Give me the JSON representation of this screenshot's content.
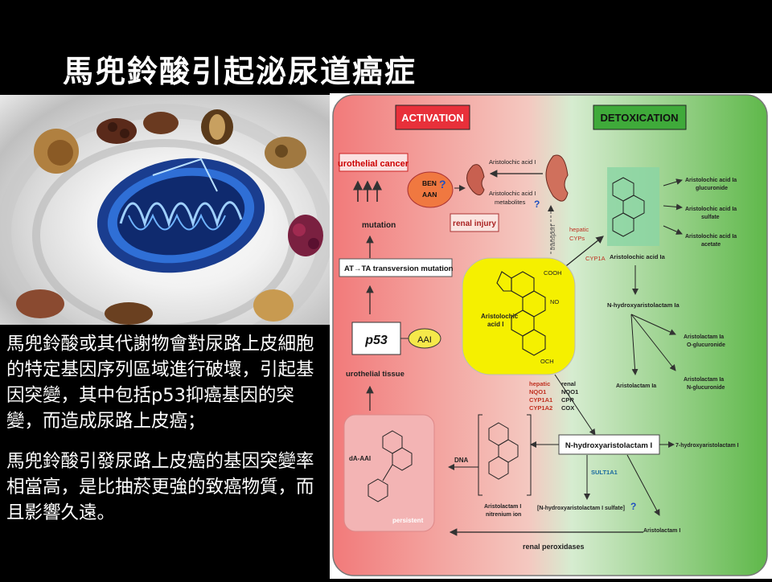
{
  "slide": {
    "title": "馬兜鈴酸引起泌尿道癌症",
    "paragraph1": "馬兜鈴酸或其代謝物會對尿路上皮細胞的特定基因序列區域進行破壞，引起基因突變，其中包括p53抑癌基因的突變，而造成尿路上皮癌；",
    "paragraph2": "馬兜鈴酸引發尿路上皮癌的基因突變率相當高，是比抽菸更強的致癌物質，而且影響久遠。"
  },
  "diagram": {
    "activation": "ACTIVATION",
    "detoxication": "DETOXICATION",
    "urothelial_cancer": "urothelial cancer",
    "mutation": "mutation",
    "at_ta": "AT→TA transversion mutation",
    "p53": "p53",
    "aai": "AAI",
    "urothelial_tissue": "urothelial tissue",
    "ben": "BEN",
    "aan": "AAN",
    "question": "?",
    "renal_injury": "renal injury",
    "aa1": "Aristolochic acid I",
    "aa1_metabolites": "Aristolochic acid I",
    "metabolites": "metabolites",
    "transport": "transport",
    "hepatic": "hepatic",
    "cyps": "CYPs",
    "cyp1a": "CYP1A",
    "aa_ia": "Aristolochic acid Ia",
    "aa_ia_glucuronide_1": "Aristolochic acid Ia",
    "aa_ia_glucuronide_2": "glucuronide",
    "aa_ia_sulfate_1": "Aristolochic acid Ia",
    "aa_ia_sulfate_2": "sulfate",
    "aa_ia_acetate_1": "Aristolochic acid Ia",
    "aa_ia_acetate_2": "acetate",
    "n_hydroxy_ia": "N-hydroxyaristolactam Ia",
    "lactam_ia_o_1": "Aristolactam Ia",
    "lactam_ia_o_2": "O-glucuronide",
    "lactam_ia": "Aristolactam Ia",
    "lactam_ia_n_1": "Aristolactam Ia",
    "lactam_ia_n_2": "N-glucuronide",
    "aa1_center_1": "Aristolochic",
    "aa1_center_2": "acid I",
    "cooh": "COOH",
    "no2": "NO",
    "och3": "OCH",
    "hepatic_list": [
      "hepatic",
      "NQO1",
      "CYP1A1",
      "CYP1A2"
    ],
    "renal_list": [
      "renal",
      "NQO1",
      "CPR",
      "COX"
    ],
    "n_hydroxy_i": "N-hydroxyaristolactam I",
    "seven_hydroxy": "7-hydroxyaristolactam I",
    "sult1a1": "SULT1A1",
    "sulfate_bracket": "[N-hydroxyaristolactam I sulfate]",
    "aristolactam_i": "Aristolactam I",
    "nitrenium_1": "Aristolactam I",
    "nitrenium_2": "nitrenium ion",
    "dna": "DNA",
    "daai": "dA-AAI",
    "persistent": "persistent",
    "renal_peroxidases": "renal peroxidases"
  },
  "colors": {
    "activation_bg": "#f08c8c",
    "detox_bg": "#7cc26a",
    "center_yellow": "#f5f000"
  }
}
